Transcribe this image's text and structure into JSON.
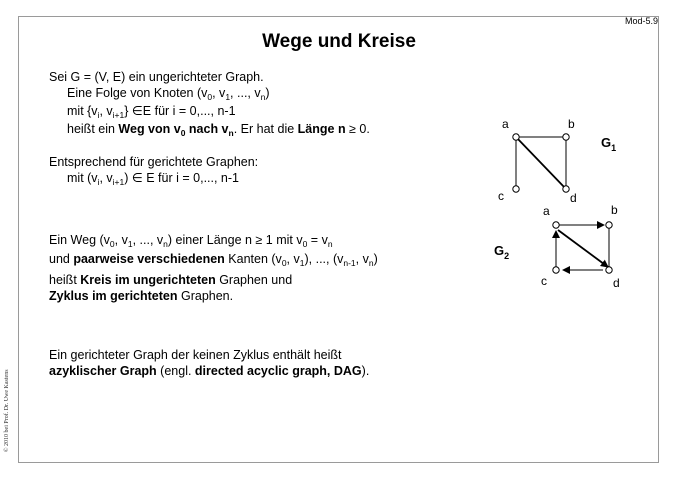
{
  "slide_id": "Mod-5.9",
  "title": "Wege und Kreise",
  "copyright": "© 2010 bei Prof. Dr. Uwe Kastens",
  "graphs": {
    "g1_name": "G",
    "g1_sub": "1",
    "g2_name": "G",
    "g2_sub": "2",
    "labels": {
      "a": "a",
      "b": "b",
      "c": "c",
      "d": "d"
    }
  }
}
